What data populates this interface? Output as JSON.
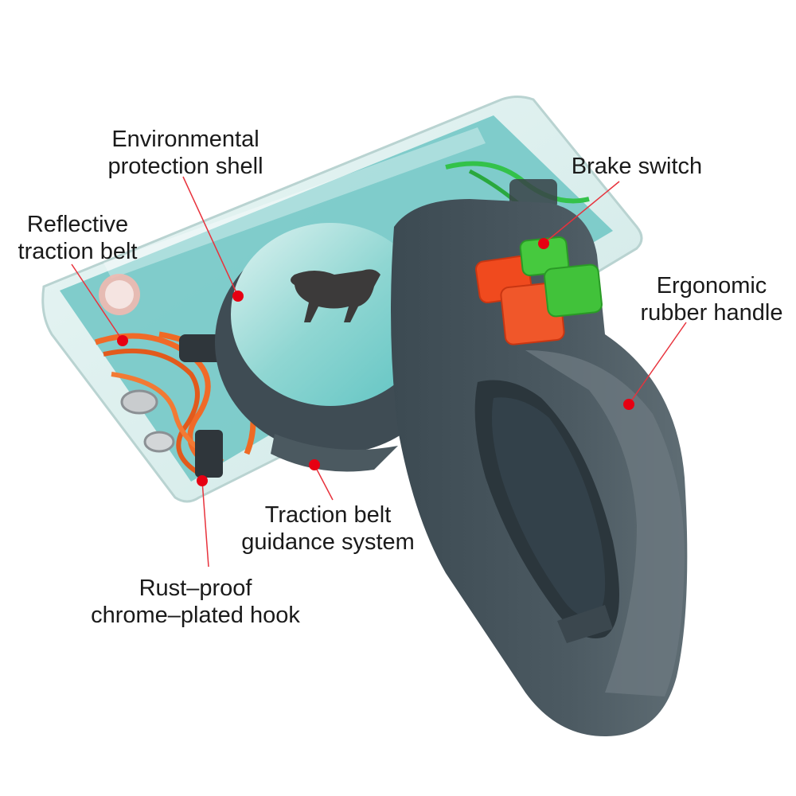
{
  "labels": {
    "environmental_shell": [
      "Environmental",
      "protection shell"
    ],
    "reflective_belt": [
      "Reflective",
      "traction belt"
    ],
    "brake_switch": [
      "Brake switch"
    ],
    "ergonomic_handle": [
      "Ergonomic",
      "rubber handle"
    ],
    "traction_guidance": [
      "Traction belt",
      "guidance system"
    ],
    "rust_proof_hook": [
      "Rust–proof",
      "chrome–plated hook"
    ]
  },
  "colors": {
    "callout_dot": "#e60012",
    "callout_line": "#e8323c",
    "handle_body": "#46545c",
    "packaging_teal": "#7fcfcc",
    "button_red": "#f04a1e",
    "button_green": "#3cc43c",
    "belt_orange": "#f06a28"
  }
}
